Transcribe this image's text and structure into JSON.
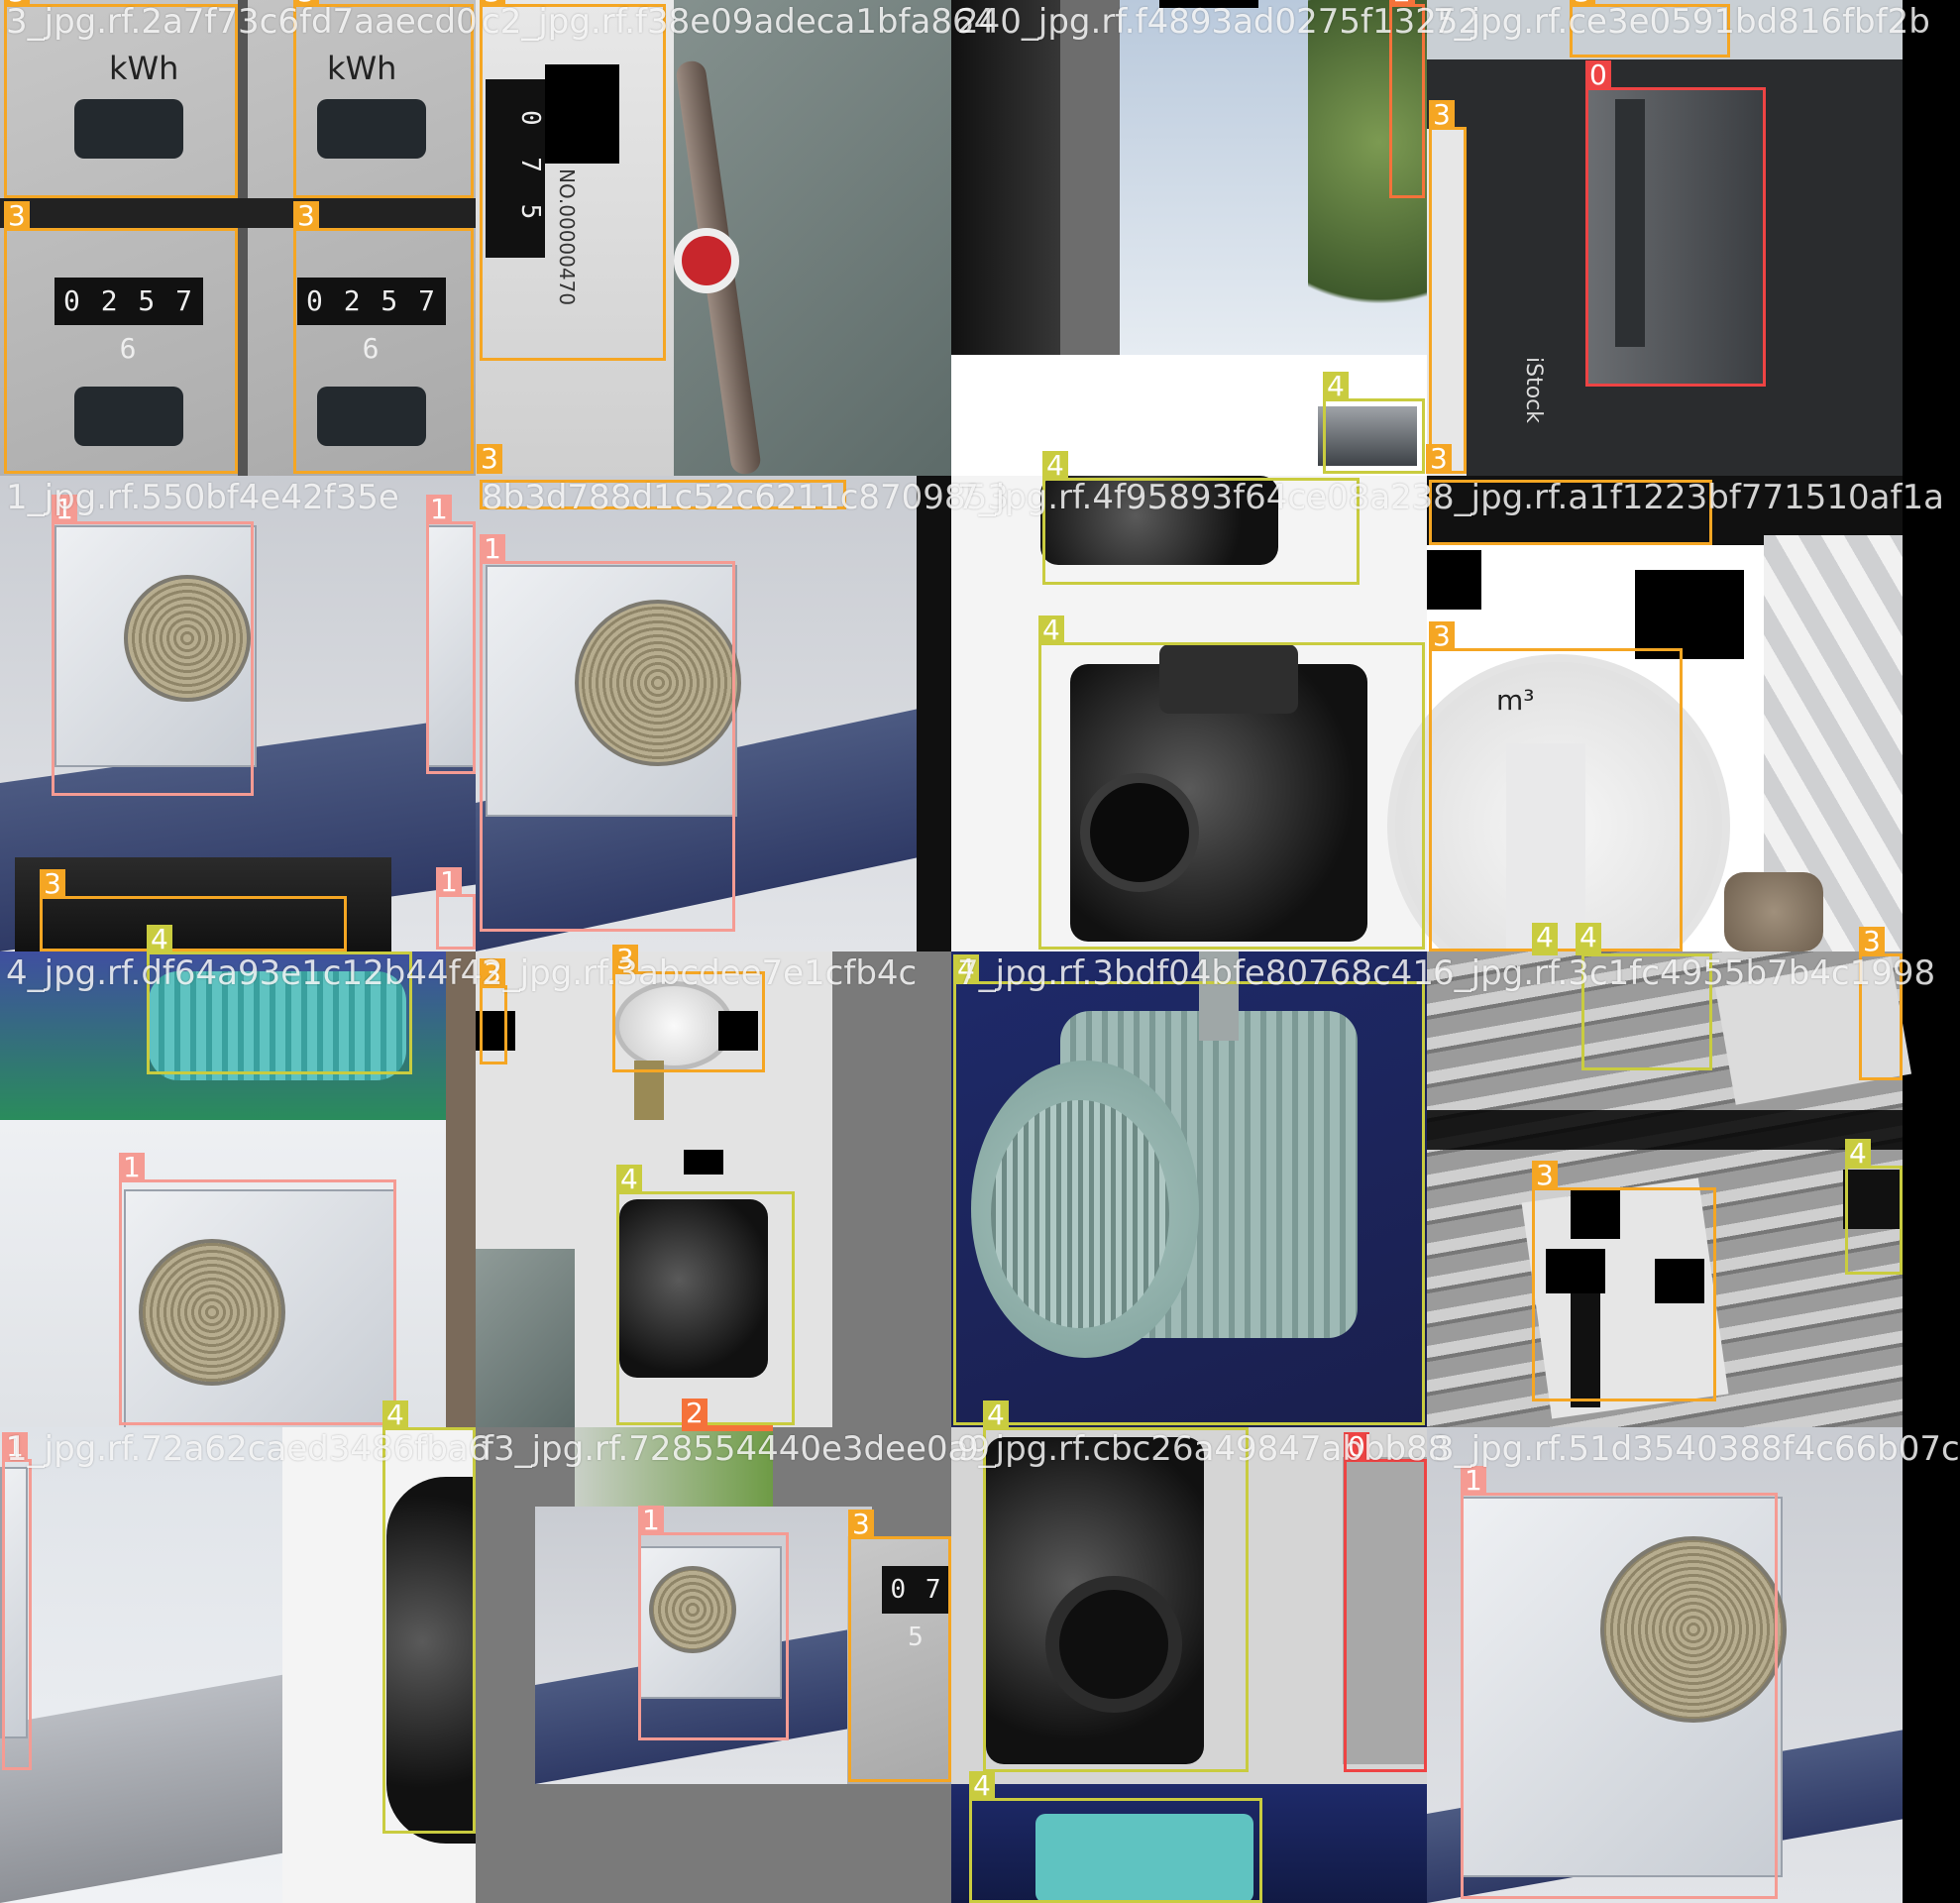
{
  "tiles": [
    {
      "caption": "3_jpg.rf.2a7f73c6fd7aaecd0"
    },
    {
      "caption": "c2_jpg.rf.f38e09adeca1bfa864"
    },
    {
      "caption": "240_jpg.rf.f4893ad0275f13252"
    },
    {
      "caption": "7_jpg.rf.ce3e0591bd816fbf2b"
    },
    {
      "caption": "1_jpg.rf.550bf4e42f35e"
    },
    {
      "caption": "8b3d788d1c52c6211c8709853"
    },
    {
      "caption": "7_jpg.rf.4f95893f64ce08a23"
    },
    {
      "caption": "8_jpg.rf.a1f1223bf771510af1a"
    },
    {
      "caption": "4_jpg.rf.df64a93e1c12b44f4"
    },
    {
      "caption": "2_jpg.rf.3abcdee7e1cfb4c"
    },
    {
      "caption": "7_jpg.rf.3bdf04bfe80768c41"
    },
    {
      "caption": "6_jpg.rf.3c1fc4955b7b4c1998"
    },
    {
      "caption": "1_jpg.rf.72a62caed3486fba6"
    },
    {
      "caption": "f3_jpg.rf.728554440e3dee0a9"
    },
    {
      "caption": "9_jpg.rf.cbc26a49847abbb88"
    },
    {
      "caption": "3_jpg.rf.51d3540388f4c66b07c"
    }
  ],
  "meter_readings": {
    "kwh_unit": "kWh",
    "digits_a": "0 2 5 7 6",
    "digits_b": "0 7 5",
    "serial": "NO.00000470",
    "cubic": "m³",
    "stock_credit": "iStock"
  },
  "classes": {
    "0": {
      "label": "0",
      "color": "#ee4444"
    },
    "1": {
      "label": "1",
      "color": "#f59b93"
    },
    "2": {
      "label": "2",
      "color": "#f5723a"
    },
    "3": {
      "label": "3",
      "color": "#f5a623"
    },
    "4": {
      "label": "4",
      "color": "#c9cc3f"
    }
  }
}
